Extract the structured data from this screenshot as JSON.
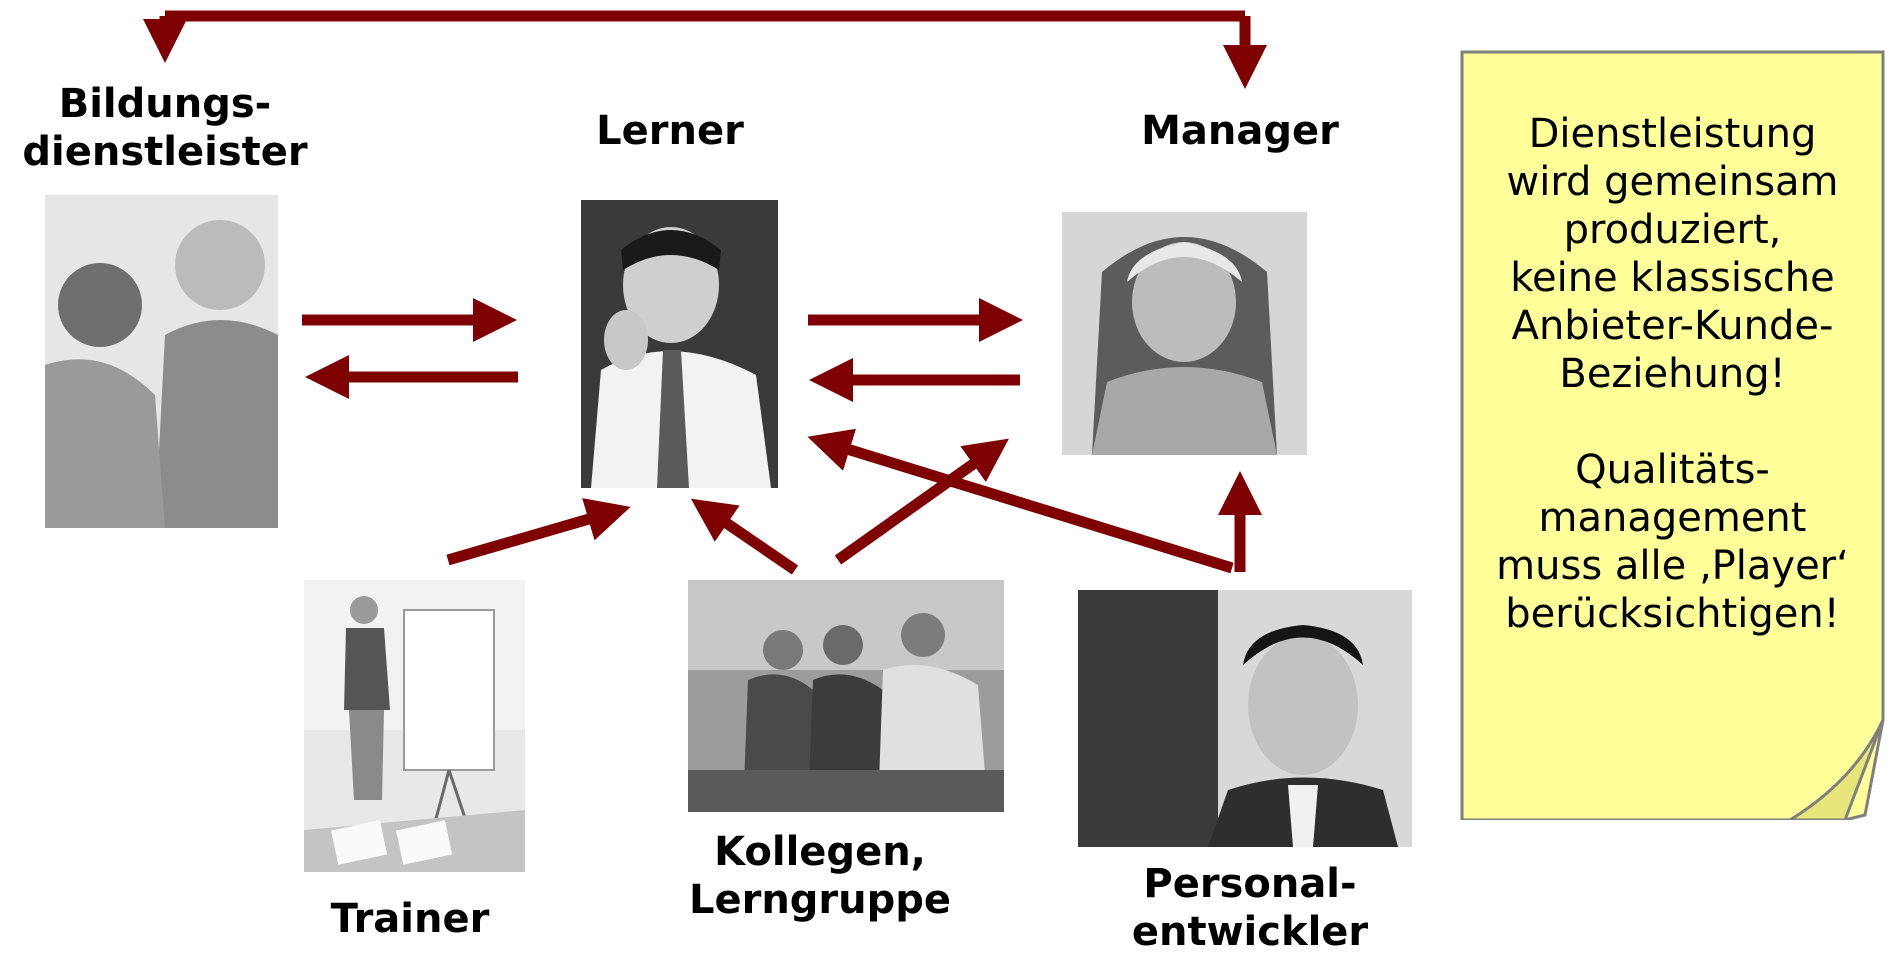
{
  "roles": {
    "bildungsdienstleister": [
      "Bildungs-",
      "dienstleister"
    ],
    "lerner": "Lerner",
    "manager": "Manager",
    "trainer": "Trainer",
    "kollegen": [
      "Kollegen,",
      "Lerngruppe"
    ],
    "personalentwickler": [
      "Personal-",
      "entwickler"
    ]
  },
  "note": {
    "paragraph1": [
      "Dienstleistung",
      "wird gemeinsam",
      "produziert,",
      "keine klassische",
      "Anbieter-Kunde-",
      "Beziehung!"
    ],
    "paragraph2": [
      "Qualitäts-",
      "management",
      "muss alle ‚Player‘",
      "berücksichtigen!"
    ]
  },
  "colors": {
    "arrow": "#7f0000",
    "note_fill": "#ffff99",
    "note_border": "#7f7f7f"
  },
  "photos": {
    "bildungsdienstleister": "business-meeting-photo",
    "lerner": "thinking-man-photo",
    "manager": "smiling-woman-photo",
    "trainer": "trainer-flipchart-photo",
    "kollegen": "seated-group-photo",
    "personalentwickler": "man-in-conversation-photo"
  }
}
